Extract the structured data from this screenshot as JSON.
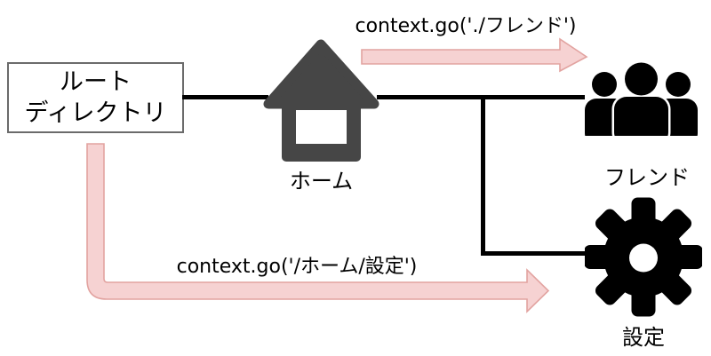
{
  "diagram": {
    "root_box": {
      "line1": "ルート",
      "line2": "ディレクトリ"
    },
    "nodes": {
      "home": {
        "label": "ホーム",
        "icon": "home-icon"
      },
      "friends": {
        "label": "フレンド",
        "icon": "people-icon"
      },
      "settings": {
        "label": "設定",
        "icon": "gear-icon"
      }
    },
    "arrows": {
      "top": {
        "code": "context.go('./フレンド')"
      },
      "bottom": {
        "code": "context.go('/ホーム/設定')"
      }
    },
    "colors": {
      "bg": "#ffffff",
      "line": "#000000",
      "text": "#000000",
      "box_border": "#6b6b6b",
      "house": "#464646",
      "icon_black": "#000000",
      "arrow_fill": "#f6d2d2",
      "arrow_stroke": "#e2a3a0"
    }
  }
}
